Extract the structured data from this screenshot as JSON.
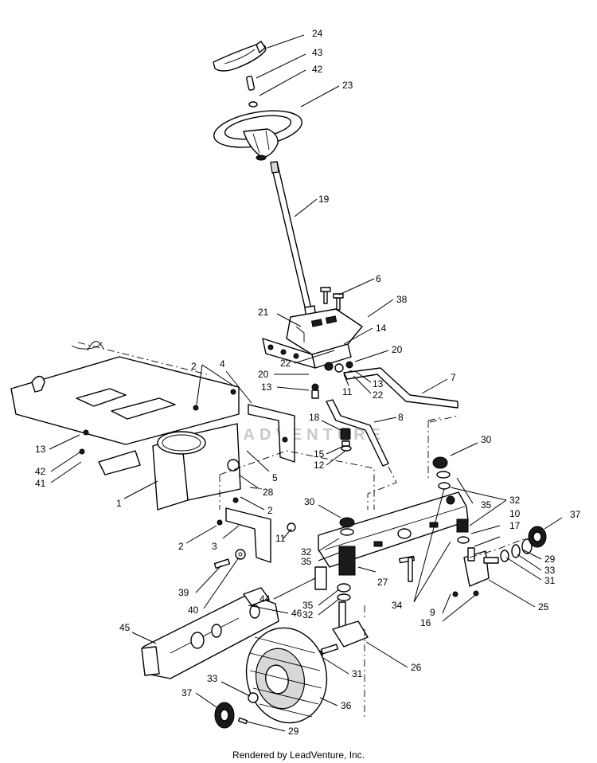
{
  "diagram": {
    "watermark": "LEADVENTURE",
    "footer": "Rendered by LeadVenture, Inc.",
    "callouts": [
      {
        "id": "c24a",
        "label": "24"
      },
      {
        "id": "c43",
        "label": "43"
      },
      {
        "id": "c42a",
        "label": "42"
      },
      {
        "id": "c23",
        "label": "23"
      },
      {
        "id": "c19",
        "label": "19"
      },
      {
        "id": "c6",
        "label": "6"
      },
      {
        "id": "c38",
        "label": "38"
      },
      {
        "id": "c21",
        "label": "21"
      },
      {
        "id": "c14",
        "label": "14"
      },
      {
        "id": "c20a",
        "label": "20"
      },
      {
        "id": "c22a",
        "label": "22"
      },
      {
        "id": "c20b",
        "label": "20"
      },
      {
        "id": "c13a",
        "label": "13"
      },
      {
        "id": "c11a",
        "label": "11"
      },
      {
        "id": "c13b",
        "label": "13"
      },
      {
        "id": "c22b",
        "label": "22"
      },
      {
        "id": "c7",
        "label": "7"
      },
      {
        "id": "c2a",
        "label": "2"
      },
      {
        "id": "c4",
        "label": "4"
      },
      {
        "id": "c8",
        "label": "8"
      },
      {
        "id": "c18",
        "label": "18"
      },
      {
        "id": "c15",
        "label": "15"
      },
      {
        "id": "c12",
        "label": "12"
      },
      {
        "id": "c13c",
        "label": "13"
      },
      {
        "id": "c42b",
        "label": "42"
      },
      {
        "id": "c41",
        "label": "41"
      },
      {
        "id": "c30a",
        "label": "30"
      },
      {
        "id": "c5",
        "label": "5"
      },
      {
        "id": "c28",
        "label": "28"
      },
      {
        "id": "c1",
        "label": "1"
      },
      {
        "id": "c2b",
        "label": "2"
      },
      {
        "id": "c30b",
        "label": "30"
      },
      {
        "id": "c35a",
        "label": "35"
      },
      {
        "id": "c32a",
        "label": "32"
      },
      {
        "id": "c37a",
        "label": "37"
      },
      {
        "id": "c10",
        "label": "10"
      },
      {
        "id": "c17",
        "label": "17"
      },
      {
        "id": "c2c",
        "label": "2"
      },
      {
        "id": "c3",
        "label": "3"
      },
      {
        "id": "c11b",
        "label": "11"
      },
      {
        "id": "c32b",
        "label": "32"
      },
      {
        "id": "c35b",
        "label": "35"
      },
      {
        "id": "c29a",
        "label": "29"
      },
      {
        "id": "c33a",
        "label": "33"
      },
      {
        "id": "c31a",
        "label": "31"
      },
      {
        "id": "c39",
        "label": "39"
      },
      {
        "id": "c40",
        "label": "40"
      },
      {
        "id": "c27",
        "label": "27"
      },
      {
        "id": "c44",
        "label": "44"
      },
      {
        "id": "c9",
        "label": "9"
      },
      {
        "id": "c25",
        "label": "25"
      },
      {
        "id": "c34",
        "label": "34"
      },
      {
        "id": "c16",
        "label": "16"
      },
      {
        "id": "c35c",
        "label": "35"
      },
      {
        "id": "c32c",
        "label": "32"
      },
      {
        "id": "c45",
        "label": "45"
      },
      {
        "id": "c46",
        "label": "46"
      },
      {
        "id": "c31b",
        "label": "31"
      },
      {
        "id": "c26",
        "label": "26"
      },
      {
        "id": "c33b",
        "label": "33"
      },
      {
        "id": "c36",
        "label": "36"
      },
      {
        "id": "c37b",
        "label": "37"
      },
      {
        "id": "c29b",
        "label": "29"
      }
    ]
  }
}
